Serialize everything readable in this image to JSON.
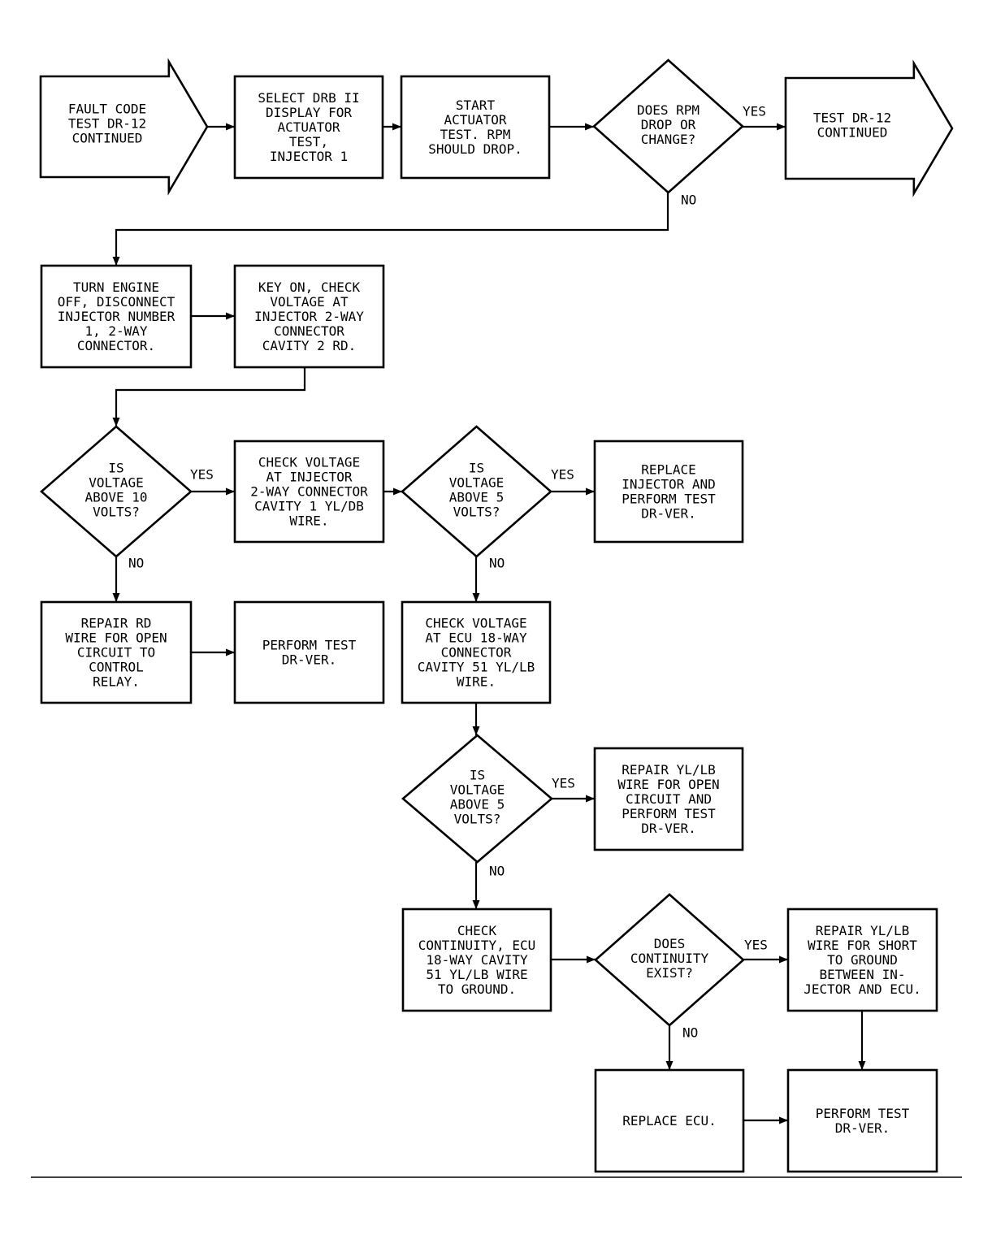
{
  "flowchart": {
    "nodes": {
      "start": {
        "shape": "arrow",
        "lines": [
          "FAULT CODE",
          "TEST DR-12",
          "CONTINUED"
        ]
      },
      "select": {
        "shape": "box",
        "lines": [
          "SELECT DRB II",
          "DISPLAY FOR",
          "ACTUATOR",
          "TEST,",
          "INJECTOR 1"
        ]
      },
      "start_test": {
        "shape": "box",
        "lines": [
          "START",
          "ACTUATOR",
          "TEST. RPM",
          "SHOULD DROP."
        ]
      },
      "rpm_q": {
        "shape": "diamond",
        "lines": [
          "DOES RPM",
          "DROP OR",
          "CHANGE?"
        ]
      },
      "continued": {
        "shape": "arrow",
        "lines": [
          "TEST DR-12",
          "CONTINUED"
        ]
      },
      "turn_off": {
        "shape": "box",
        "lines": [
          "TURN ENGINE",
          "OFF, DISCONNECT",
          "INJECTOR NUMBER",
          "1, 2-WAY",
          "CONNECTOR."
        ]
      },
      "key_on": {
        "shape": "box",
        "lines": [
          "KEY ON, CHECK",
          "VOLTAGE AT",
          "INJECTOR 2-WAY",
          "CONNECTOR",
          "CAVITY 2 RD."
        ]
      },
      "v10_q": {
        "shape": "diamond",
        "lines": [
          "IS",
          "VOLTAGE",
          "ABOVE 10",
          "VOLTS?"
        ]
      },
      "check_cav1": {
        "shape": "box",
        "lines": [
          "CHECK VOLTAGE",
          "AT INJECTOR",
          "2-WAY CONNECTOR",
          "CAVITY 1 YL/DB",
          "WIRE."
        ]
      },
      "v5_q1": {
        "shape": "diamond",
        "lines": [
          "IS",
          "VOLTAGE",
          "ABOVE 5",
          "VOLTS?"
        ]
      },
      "replace_inj": {
        "shape": "box",
        "lines": [
          "REPLACE",
          "INJECTOR AND",
          "PERFORM TEST",
          "DR-VER."
        ]
      },
      "repair_rd": {
        "shape": "box",
        "lines": [
          "REPAIR RD",
          "WIRE FOR OPEN",
          "CIRCUIT TO",
          "CONTROL",
          "RELAY."
        ]
      },
      "perform1": {
        "shape": "box",
        "lines": [
          "PERFORM TEST",
          "DR-VER."
        ]
      },
      "check_ecu": {
        "shape": "box",
        "lines": [
          "CHECK VOLTAGE",
          "AT ECU 18-WAY",
          "CONNECTOR",
          "CAVITY 51 YL/LB",
          "WIRE."
        ]
      },
      "v5_q2": {
        "shape": "diamond",
        "lines": [
          "IS",
          "VOLTAGE",
          "ABOVE 5",
          "VOLTS?"
        ]
      },
      "repair_open": {
        "shape": "box",
        "lines": [
          "REPAIR YL/LB",
          "WIRE FOR OPEN",
          "CIRCUIT AND",
          "PERFORM TEST",
          "DR-VER."
        ]
      },
      "check_cont": {
        "shape": "box",
        "lines": [
          "CHECK",
          "CONTINUITY, ECU",
          "18-WAY CAVITY",
          "51 YL/LB WIRE",
          "TO GROUND."
        ]
      },
      "cont_q": {
        "shape": "diamond",
        "lines": [
          "DOES",
          "CONTINUITY",
          "EXIST?"
        ]
      },
      "repair_short": {
        "shape": "box",
        "lines": [
          "REPAIR YL/LB",
          "WIRE FOR SHORT",
          "TO GROUND",
          "BETWEEN IN-",
          "JECTOR AND ECU."
        ]
      },
      "replace_ecu": {
        "shape": "box",
        "lines": [
          "REPLACE ECU."
        ]
      },
      "perform2": {
        "shape": "box",
        "lines": [
          "PERFORM TEST",
          "DR-VER."
        ]
      }
    },
    "edges": [
      {
        "from": "start",
        "to": "select",
        "label": ""
      },
      {
        "from": "select",
        "to": "start_test",
        "label": ""
      },
      {
        "from": "start_test",
        "to": "rpm_q",
        "label": ""
      },
      {
        "from": "rpm_q",
        "to": "continued",
        "label": "YES"
      },
      {
        "from": "rpm_q",
        "to": "turn_off",
        "label": "NO"
      },
      {
        "from": "turn_off",
        "to": "key_on",
        "label": ""
      },
      {
        "from": "key_on",
        "to": "v10_q",
        "label": ""
      },
      {
        "from": "v10_q",
        "to": "check_cav1",
        "label": "YES"
      },
      {
        "from": "v10_q",
        "to": "repair_rd",
        "label": "NO"
      },
      {
        "from": "check_cav1",
        "to": "v5_q1",
        "label": ""
      },
      {
        "from": "v5_q1",
        "to": "replace_inj",
        "label": "YES"
      },
      {
        "from": "v5_q1",
        "to": "check_ecu",
        "label": "NO"
      },
      {
        "from": "repair_rd",
        "to": "perform1",
        "label": ""
      },
      {
        "from": "check_ecu",
        "to": "v5_q2",
        "label": ""
      },
      {
        "from": "v5_q2",
        "to": "repair_open",
        "label": "YES"
      },
      {
        "from": "v5_q2",
        "to": "check_cont",
        "label": "NO"
      },
      {
        "from": "check_cont",
        "to": "cont_q",
        "label": ""
      },
      {
        "from": "cont_q",
        "to": "repair_short",
        "label": "YES"
      },
      {
        "from": "cont_q",
        "to": "replace_ecu",
        "label": "NO"
      },
      {
        "from": "repair_short",
        "to": "perform2",
        "label": ""
      },
      {
        "from": "replace_ecu",
        "to": "perform2",
        "label": ""
      }
    ]
  }
}
